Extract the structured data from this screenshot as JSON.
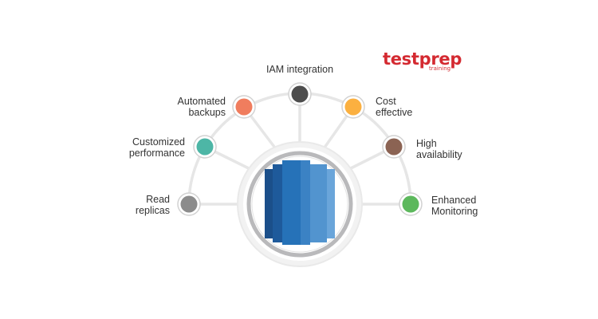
{
  "brand": {
    "name": "testprep",
    "tagline": "training"
  },
  "features": [
    {
      "label": "Read\nreplicas",
      "color": "#8c8c8c"
    },
    {
      "label": "Customized\nperformance",
      "color": "#4db6a6"
    },
    {
      "label": "Automated\nbackups",
      "color": "#f07d5e"
    },
    {
      "label": "IAM integration",
      "color": "#4d4d4d"
    },
    {
      "label": "Cost\neffective",
      "color": "#fbb040"
    },
    {
      "label": "High\navailability",
      "color": "#8b6353"
    },
    {
      "label": "Enhanced\nMonitoring",
      "color": "#5cb85c"
    }
  ],
  "colors": {
    "arc": "#e6e6e6",
    "hub_ring": "#b9b9bb",
    "database_light": "#5294cf",
    "database_mid": "#2672b8",
    "database_dark": "#1b4f8a"
  },
  "icons": {
    "center": "database-icon"
  }
}
